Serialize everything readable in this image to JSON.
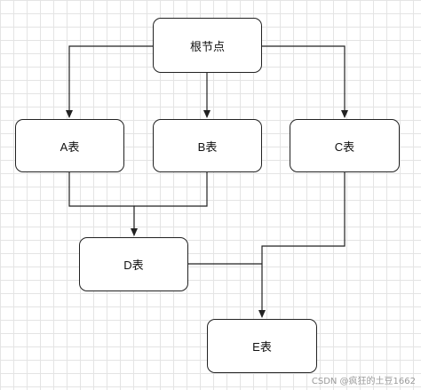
{
  "diagram": {
    "nodes": {
      "root": "根节点",
      "a": "A表",
      "b": "B表",
      "c": "C表",
      "d": "D表",
      "e": "E表"
    }
  },
  "watermark": "CSDN @疯狂的土豆1662"
}
